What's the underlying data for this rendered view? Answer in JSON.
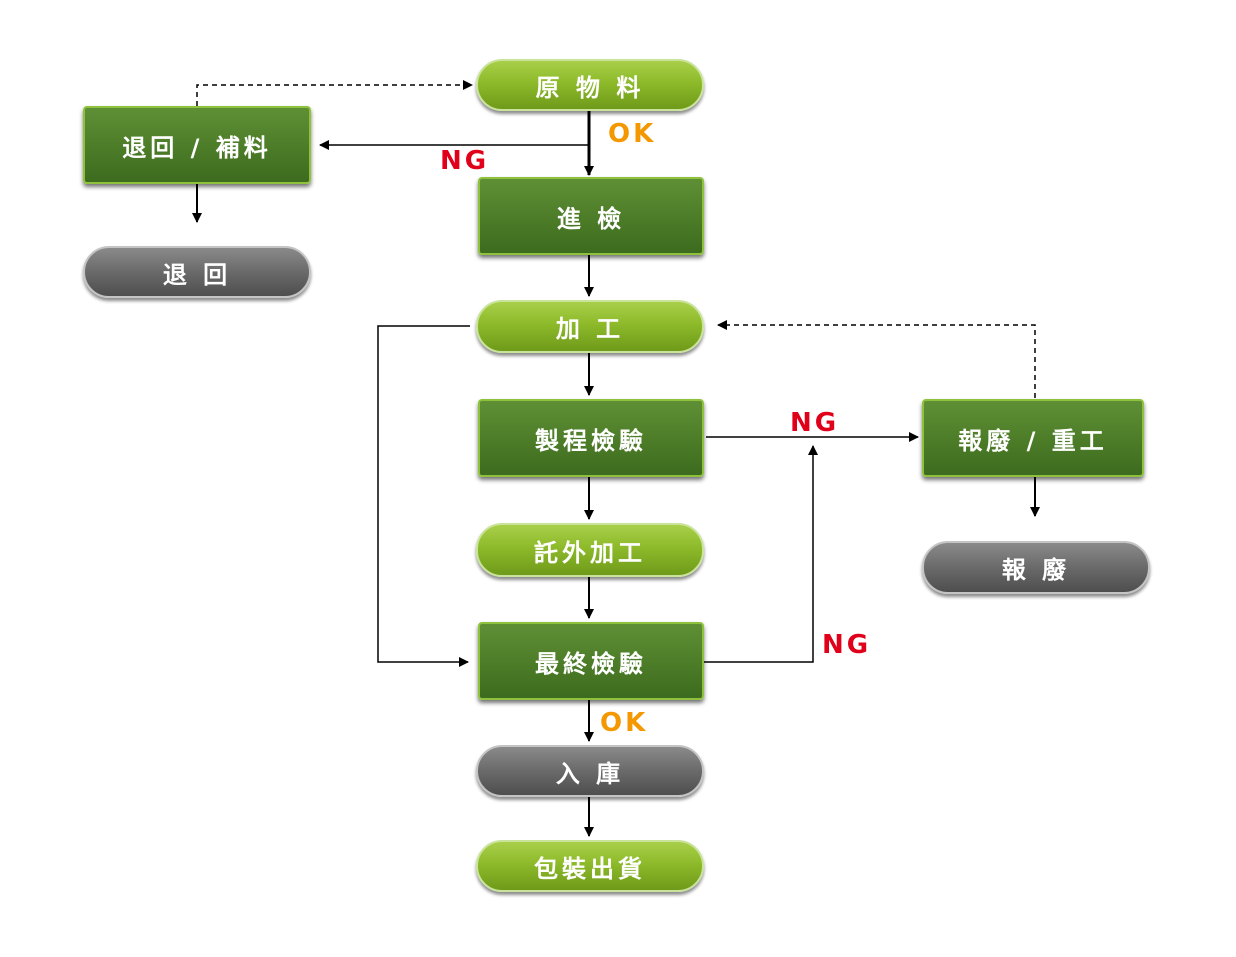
{
  "colors": {
    "pill_light": "#8dba2a",
    "box_dark": "#4a7a26",
    "pill_gray": "#6a6a6a",
    "ok": "#f39800",
    "ng": "#e0001a",
    "line": "#000000"
  },
  "nodes": {
    "raw_material": "原 物 料",
    "return_replenish": "退回 / 補料",
    "return": "退 回",
    "incoming_inspection": "進 檢",
    "processing": "加 工",
    "process_inspection": "製程檢驗",
    "scrap_rework": "報廢 / 重工",
    "scrap": "報 廢",
    "outsourced_processing": "託外加工",
    "final_inspection": "最終檢驗",
    "warehousing": "入 庫",
    "packing_shipping": "包裝出貨"
  },
  "labels": {
    "ok_incoming": "OK",
    "ng_incoming": "NG",
    "ng_process": "NG",
    "ng_final": "NG",
    "ok_final": "OK"
  }
}
